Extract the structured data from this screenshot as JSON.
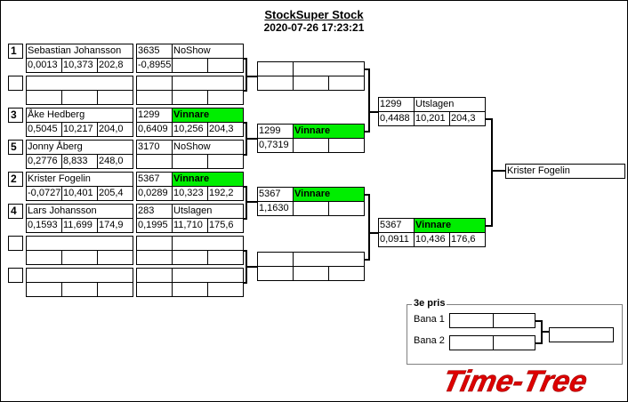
{
  "header": {
    "title": "StockSuper Stock",
    "timestamp": "2020-07-26 17:23:21"
  },
  "round1": [
    {
      "seed": "1",
      "name": "Sebastian Johansson",
      "stats": [
        "0,0013",
        "10,373",
        "202,8"
      ],
      "result": {
        "num": "3635",
        "status": "NoShow",
        "winner": false,
        "stats": [
          "-0,8955",
          "",
          ""
        ]
      }
    },
    {
      "seed": "",
      "name": "",
      "stats": [
        "",
        "",
        ""
      ],
      "result": {
        "num": "",
        "status": "",
        "winner": false,
        "stats": [
          "",
          "",
          ""
        ]
      }
    },
    {
      "seed": "3",
      "name": "Åke Hedberg",
      "stats": [
        "0,5045",
        "10,217",
        "204,0"
      ],
      "result": {
        "num": "1299",
        "status": "Vinnare",
        "winner": true,
        "stats": [
          "0,6409",
          "10,256",
          "204,3"
        ]
      }
    },
    {
      "seed": "5",
      "name": "Jonny Åberg",
      "stats": [
        "0,2776",
        "8,833",
        "248,0"
      ],
      "result": {
        "num": "3170",
        "status": "NoShow",
        "winner": false,
        "stats": [
          "",
          "",
          ""
        ]
      }
    },
    {
      "seed": "2",
      "name": "Krister Fogelin",
      "stats": [
        "-0,0727",
        "10,401",
        "205,4"
      ],
      "result": {
        "num": "5367",
        "status": "Vinnare",
        "winner": true,
        "stats": [
          "0,0289",
          "10,323",
          "192,2"
        ]
      }
    },
    {
      "seed": "4",
      "name": "Lars Johansson",
      "stats": [
        "0,1593",
        "11,699",
        "174,9"
      ],
      "result": {
        "num": "283",
        "status": "Utslagen",
        "winner": false,
        "stats": [
          "0,1995",
          "11,710",
          "175,6"
        ]
      }
    },
    {
      "seed": "",
      "name": "",
      "stats": [
        "",
        "",
        ""
      ],
      "result": {
        "num": "",
        "status": "",
        "winner": false,
        "stats": [
          "",
          "",
          ""
        ]
      }
    },
    {
      "seed": "",
      "name": "",
      "stats": [
        "",
        "",
        ""
      ],
      "result": {
        "num": "",
        "status": "",
        "winner": false,
        "stats": [
          "",
          "",
          ""
        ]
      }
    }
  ],
  "round2": [
    {
      "num": "",
      "status": "",
      "winner": false,
      "stats": [
        "",
        "",
        ""
      ]
    },
    {
      "num": "1299",
      "status": "Vinnare",
      "winner": true,
      "stats": [
        "0,7319",
        "",
        ""
      ]
    },
    {
      "num": "5367",
      "status": "Vinnare",
      "winner": true,
      "stats": [
        "1,1630",
        "",
        ""
      ]
    },
    {
      "num": "",
      "status": "",
      "winner": false,
      "stats": [
        "",
        "",
        ""
      ]
    }
  ],
  "round3": [
    {
      "num": "1299",
      "status": "Utslagen",
      "winner": false,
      "stats": [
        "0,4488",
        "10,201",
        "204,3"
      ]
    },
    {
      "num": "5367",
      "status": "Vinnare",
      "winner": true,
      "stats": [
        "0,0911",
        "10,436",
        "176,6"
      ]
    }
  ],
  "final": {
    "winner_name": "Krister Fogelin"
  },
  "third_place": {
    "label": "3e pris",
    "lanes": [
      {
        "label": "Bana 1",
        "cells": [
          "",
          ""
        ]
      },
      {
        "label": "Bana 2",
        "cells": [
          "",
          ""
        ]
      }
    ],
    "result": ""
  },
  "logo": {
    "text": "Time-Tree",
    "color": "#dd0000"
  },
  "colors": {
    "winner": "#00ee00"
  }
}
